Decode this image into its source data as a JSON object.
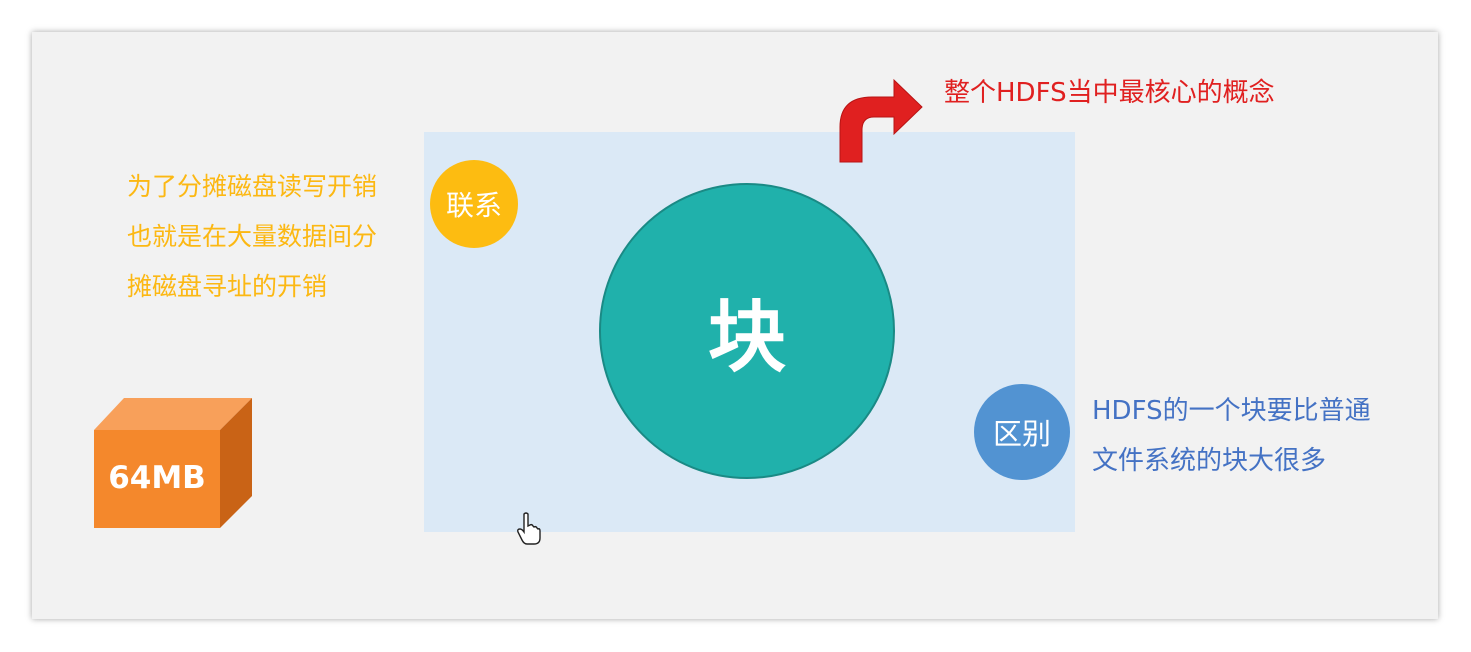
{
  "title_caption": "整个HDFS当中最核心的概念",
  "center": {
    "label": "块"
  },
  "badges": {
    "connection": "联系",
    "difference": "区别"
  },
  "left_text": [
    "为了分摊磁盘读写开销",
    "也就是在大量数据间分",
    "摊磁盘寻址的开销"
  ],
  "right_text": [
    "HDFS的一个块要比普通",
    "文件系统的块大很多"
  ],
  "cube": {
    "label": "64MB"
  },
  "colors": {
    "panel": "#dbe9f6",
    "circle": "#20b1ab",
    "yellow": "#fcb813",
    "blue": "#4472c4",
    "red": "#e02020",
    "orange": "#f4882c"
  },
  "icons": {
    "arrow": "curved-up-right-arrow-icon",
    "cursor": "hand-pointer-icon"
  }
}
